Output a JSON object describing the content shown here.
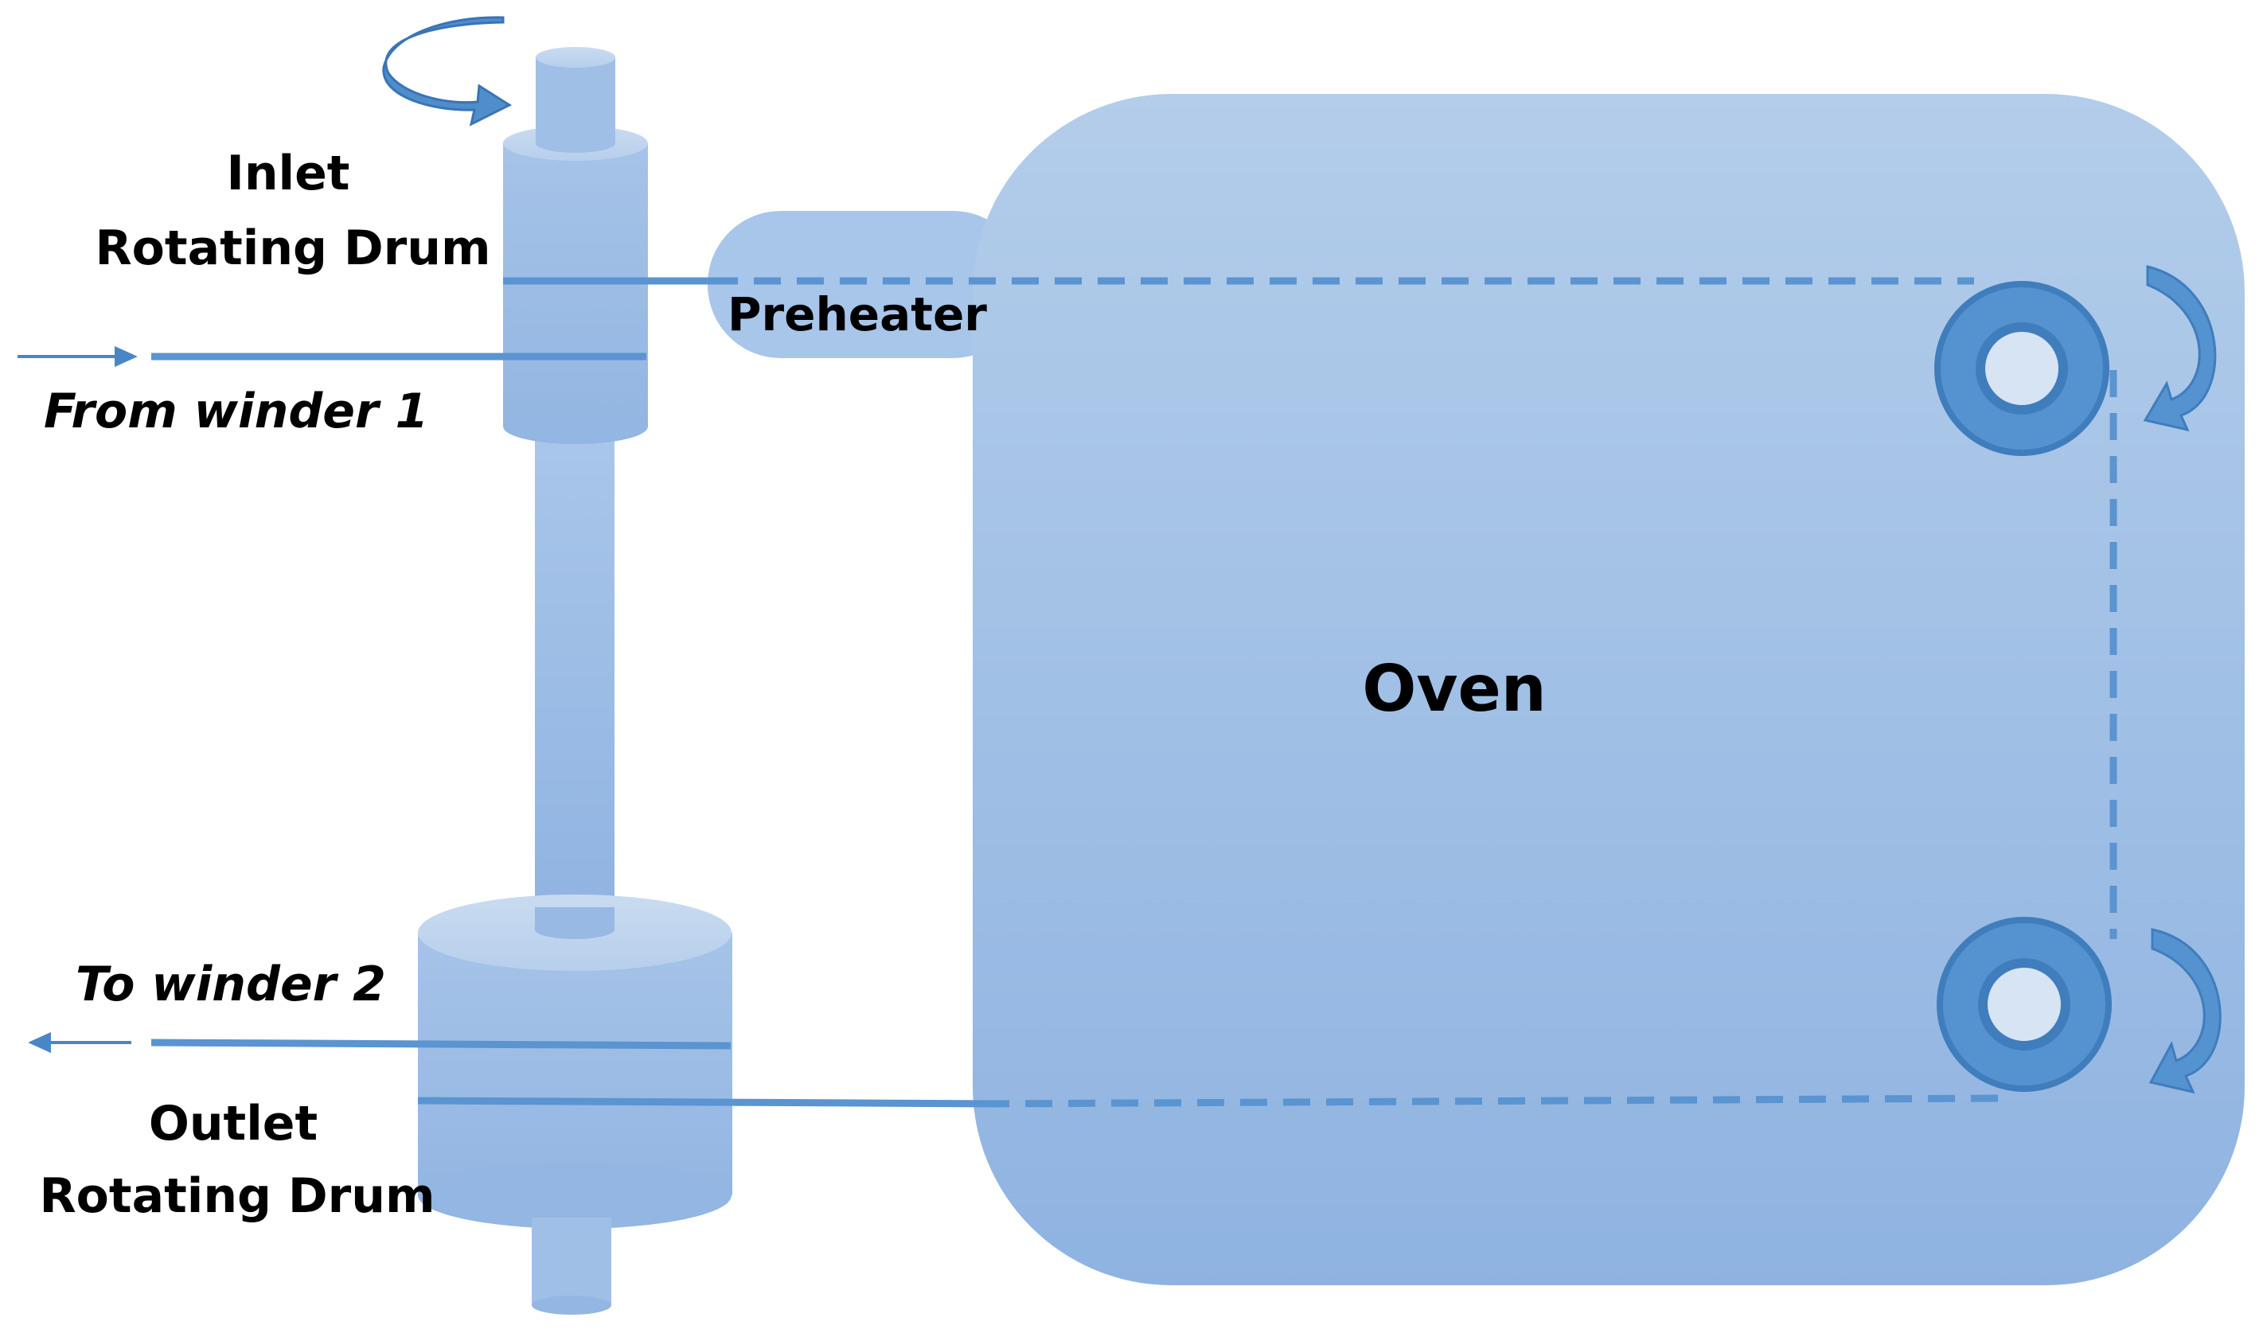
{
  "labels": {
    "inlet_line1": "Inlet",
    "inlet_line2": "Rotating Drum",
    "from_winder": "From winder 1",
    "preheater": "Preheater",
    "oven": "Oven",
    "to_winder": "To winder 2",
    "outlet_line1": "Outlet",
    "outlet_line2": "Rotating Drum"
  },
  "colors": {
    "oven_fill_top": "#b1cbe9",
    "oven_fill_bottom": "#8fb3e1",
    "drum_fill": "#9dbde6",
    "drum_top": "#c3d7ef",
    "roller_outer": "#5a94d1",
    "roller_inner": "#d7e4f4",
    "line": "#5a94d1",
    "arrow": "#4a86c6",
    "text": "#000000"
  },
  "icons": {
    "inlet_rotation": "curved-rotation-arrow-icon",
    "roller_rotation": "curved-rotation-arrow-icon",
    "flow_direction": "thin-arrow-icon"
  }
}
